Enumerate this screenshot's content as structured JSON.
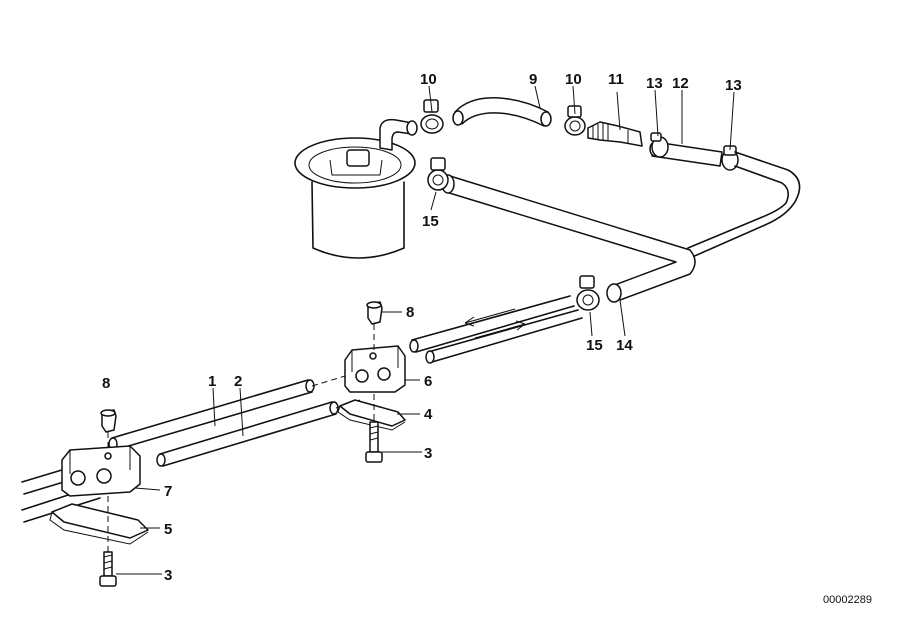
{
  "callouts": [
    {
      "id": "c10a",
      "text": "10"
    },
    {
      "id": "c9",
      "text": "9"
    },
    {
      "id": "c10b",
      "text": "10"
    },
    {
      "id": "c11",
      "text": "11"
    },
    {
      "id": "c13a",
      "text": "13"
    },
    {
      "id": "c12",
      "text": "12"
    },
    {
      "id": "c13b",
      "text": "13"
    },
    {
      "id": "c15a",
      "text": "15"
    },
    {
      "id": "c8a",
      "text": "8"
    },
    {
      "id": "c15b",
      "text": "15"
    },
    {
      "id": "c14",
      "text": "14"
    },
    {
      "id": "c6",
      "text": "6"
    },
    {
      "id": "c1",
      "text": "1"
    },
    {
      "id": "c2",
      "text": "2"
    },
    {
      "id": "c8b",
      "text": "8"
    },
    {
      "id": "c4",
      "text": "4"
    },
    {
      "id": "c3a",
      "text": "3"
    },
    {
      "id": "c7",
      "text": "7"
    },
    {
      "id": "c5",
      "text": "5"
    },
    {
      "id": "c3b",
      "text": "3"
    }
  ],
  "document_id": "00002289"
}
